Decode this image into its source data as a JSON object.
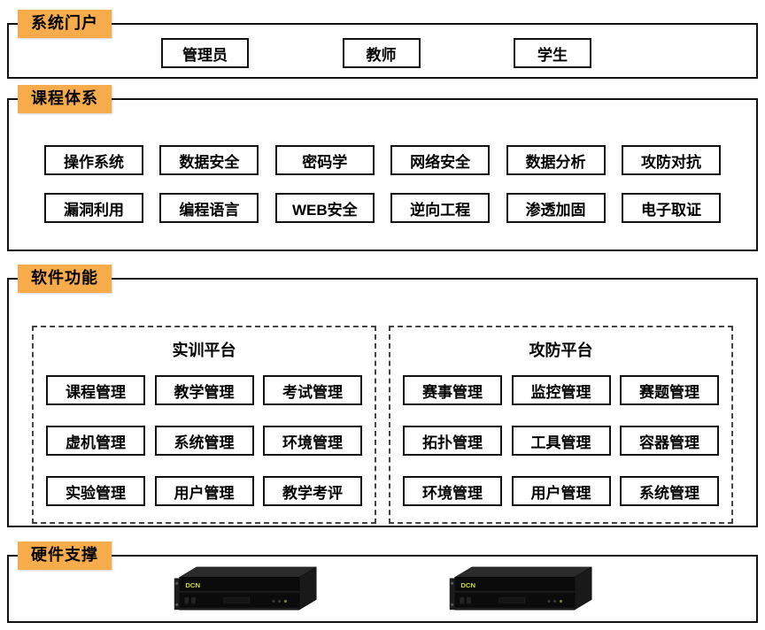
{
  "colors": {
    "accent": "#F7AC4C",
    "border": "#111111"
  },
  "portal": {
    "label": "系统门户",
    "items": [
      "管理员",
      "教师",
      "学生"
    ]
  },
  "courses": {
    "label": "课程体系",
    "rows": [
      [
        "操作系统",
        "数据安全",
        "密码学",
        "网络安全",
        "数据分析",
        "攻防对抗"
      ],
      [
        "漏洞利用",
        "编程语言",
        "WEB安全",
        "逆向工程",
        "渗透加固",
        "电子取证"
      ]
    ]
  },
  "software": {
    "label": "软件功能",
    "platforms": [
      {
        "title": "实训平台",
        "items": [
          "课程管理",
          "教学管理",
          "考试管理",
          "虚机管理",
          "系统管理",
          "环境管理",
          "实验管理",
          "用户管理",
          "教学考评"
        ]
      },
      {
        "title": "攻防平台",
        "items": [
          "赛事管理",
          "监控管理",
          "赛题管理",
          "拓扑管理",
          "工具管理",
          "容器管理",
          "环境管理",
          "用户管理",
          "系统管理"
        ]
      }
    ]
  },
  "hardware": {
    "label": "硬件支撑",
    "brand": "DCN"
  }
}
